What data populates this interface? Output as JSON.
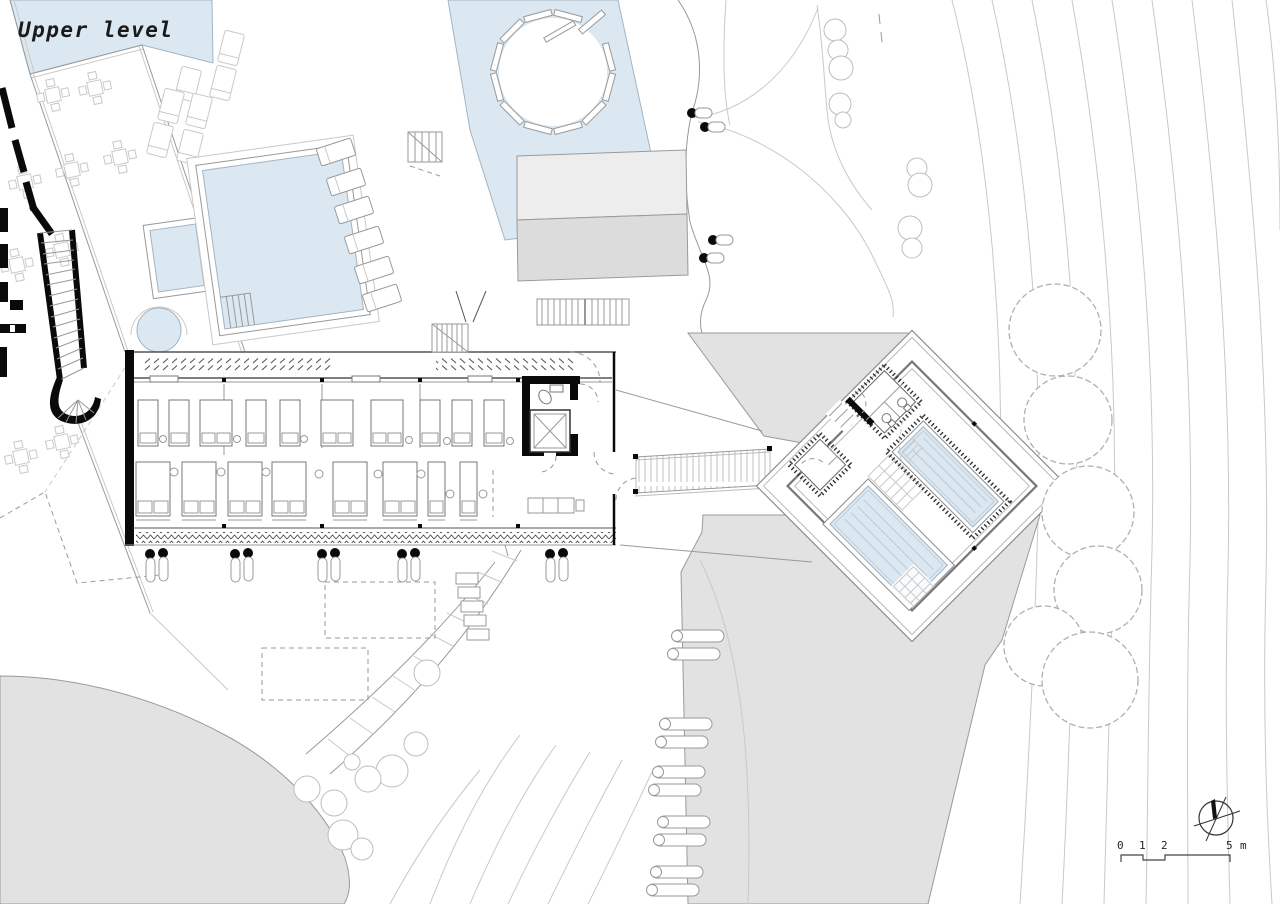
{
  "title": {
    "label": "Upper level"
  },
  "scale_bar": {
    "tick_0": "0",
    "tick_1": "1",
    "tick_2": "2",
    "tick_5": "5",
    "unit": "m"
  },
  "colors": {
    "water": "#dce8f1",
    "water-edge": "#a3b4c2",
    "gray-terrain": "#e2e2e2",
    "gray-roof-light": "#ededed",
    "gray-roof-dark": "#dcdcdc",
    "wall": "#0a0a0a",
    "line-dark": "#555555",
    "line-mid": "#999999",
    "line-light": "#c9c9c9",
    "paper": "#ffffff",
    "text": "#1a1a1a"
  },
  "icons": [
    {
      "name": "north-arrow-icon",
      "glyph": "circle-crosshair"
    },
    {
      "name": "scale-bar",
      "glyph": "stepped-rule"
    },
    {
      "name": "tree-icon",
      "glyph": "scalloped-circle"
    },
    {
      "name": "bush-icon",
      "glyph": "small-circle"
    },
    {
      "name": "table-icon",
      "glyph": "table-with-four-chairs"
    },
    {
      "name": "lounger-icon",
      "glyph": "pill-rect"
    },
    {
      "name": "umbrella-icon",
      "glyph": "black-dot"
    },
    {
      "name": "bed-icon",
      "glyph": "rect-with-pillow"
    },
    {
      "name": "pool",
      "glyph": "blue-rect"
    },
    {
      "name": "elevator-icon",
      "glyph": "crossed-box"
    },
    {
      "name": "toilet-icon",
      "glyph": "ellipse-with-tank"
    },
    {
      "name": "stairs-icon",
      "glyph": "treaded-band"
    },
    {
      "name": "bridge",
      "glyph": "plank-band"
    },
    {
      "name": "pavilion-ring",
      "glyph": "plank-polygon"
    }
  ]
}
